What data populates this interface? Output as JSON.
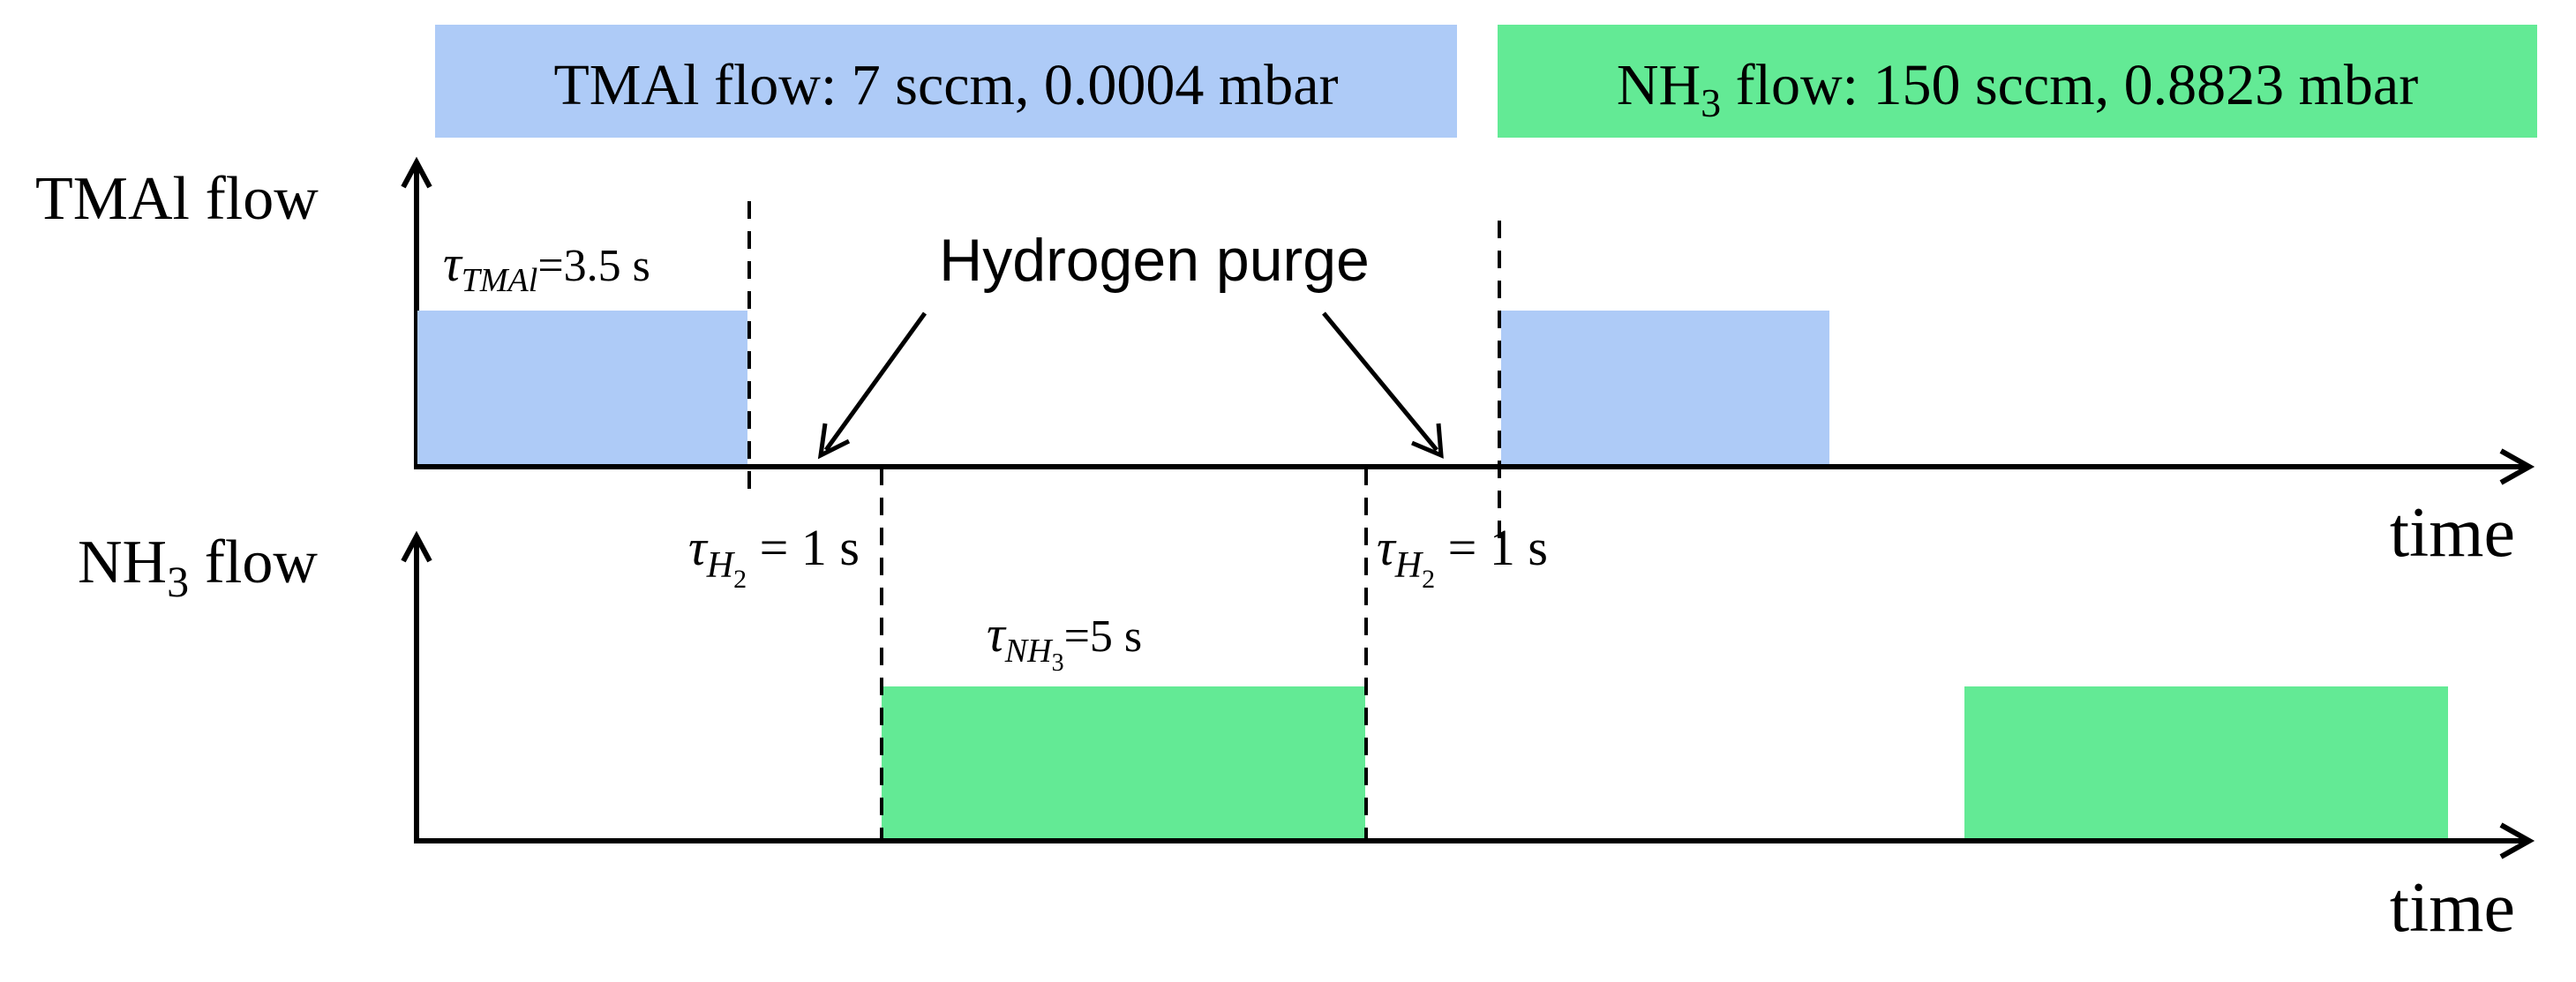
{
  "banners": {
    "tmal": {
      "text": "TMAl flow: 7 sccm, 0.0004 mbar",
      "color": "#aecbf7"
    },
    "nh3": {
      "prefix": "NH",
      "sub": "3",
      "suffix": " flow: 150 sccm, 0.8823 mbar",
      "color": "#63ea95"
    }
  },
  "axes": {
    "tmal": {
      "label": "TMAl flow",
      "time_label": "time"
    },
    "nh3": {
      "label_prefix": "NH",
      "label_sub": "3",
      "label_suffix": " flow",
      "time_label": "time"
    }
  },
  "annotations": {
    "purge_label": "Hydrogen purge",
    "tau_tmal": {
      "symbol": "τ",
      "sub": "TMAl",
      "value": "=3.5 s"
    },
    "tau_h2_first": {
      "symbol": "τ",
      "sub": "H",
      "subsub": "2",
      "value": " = 1 s"
    },
    "tau_h2_second": {
      "symbol": "τ",
      "sub": "H",
      "subsub": "2",
      "value": " = 1 s"
    },
    "tau_nh3": {
      "symbol": "τ",
      "sub": "NH",
      "subsub": "3",
      "value": "=5 s"
    }
  },
  "pulses": {
    "tmal_color": "#aecbf7",
    "nh3_color": "#63ea95",
    "tmal_durations_s": [
      3.5,
      3.5
    ],
    "nh3_durations_s": [
      5,
      5
    ],
    "purge_duration_s": 1
  }
}
